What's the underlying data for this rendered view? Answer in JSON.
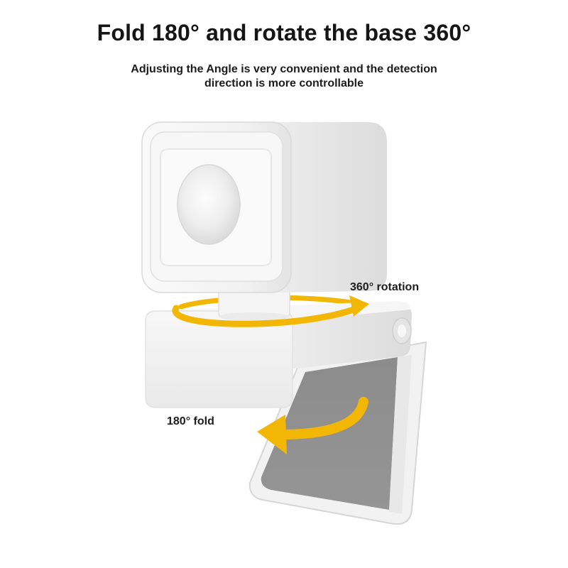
{
  "header": {
    "title": "Fold 180° and rotate the base 360°",
    "subtitle": "Adjusting the Angle is very convenient and the detection direction is more controllable"
  },
  "callouts": {
    "rotation": "360° rotation",
    "fold": "180° fold"
  },
  "colors": {
    "accent_arrow": "#F2B705",
    "body_white": "#F4F4F4",
    "panel_gray": "#8E8E8E",
    "background": "#FFFFFF"
  },
  "icons": {
    "rotation_arrow": "curved-rotation-arrow",
    "fold_arrow": "curved-fold-arrow"
  }
}
